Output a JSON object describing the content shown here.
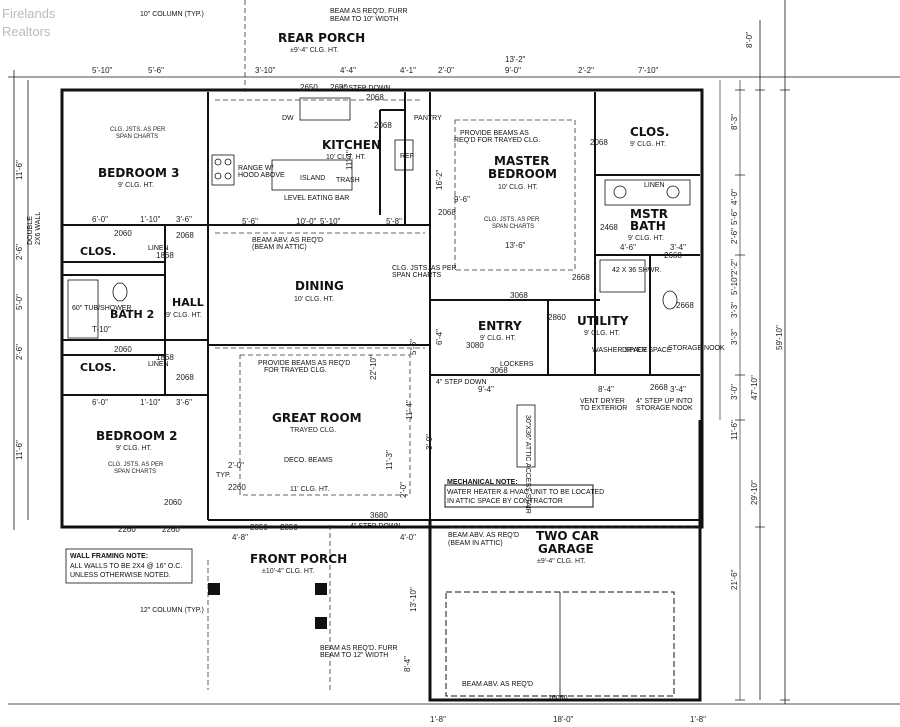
{
  "watermark": {
    "line1": "Firelands",
    "line2": "Realtors"
  },
  "rooms": {
    "rear_porch": {
      "name": "REAR PORCH",
      "clg": "±9'-4\" CLG. HT."
    },
    "kitchen": {
      "name": "KITCHEN",
      "clg": "10' CLG. HT."
    },
    "bedroom3": {
      "name": "BEDROOM 3",
      "clg": "9' CLG. HT.",
      "note1": "CLG. JSTS. AS PER",
      "note2": "SPAN CHARTS"
    },
    "master_bedroom": {
      "name1": "MASTER",
      "name2": "BEDROOM",
      "clg": "10' CLG. HT.",
      "note1": "CLG. JSTS. AS PER",
      "note2": "SPAN CHARTS"
    },
    "clos_master": {
      "name": "CLOS.",
      "clg": "9' CLG. HT."
    },
    "mstr_bath": {
      "name1": "MSTR",
      "name2": "BATH",
      "clg": "9' CLG. HT."
    },
    "clos1": {
      "name": "CLOS."
    },
    "clos2": {
      "name": "CLOS."
    },
    "bath2": {
      "name": "BATH 2"
    },
    "hall": {
      "name": "HALL",
      "clg": "9' CLG. HT."
    },
    "dining": {
      "name": "DINING",
      "clg": "10' CLG. HT."
    },
    "entry": {
      "name": "ENTRY",
      "clg": "9' CLG. HT."
    },
    "utility": {
      "name": "UTILITY",
      "clg": "9' CLG. HT."
    },
    "bedroom2": {
      "name": "BEDROOM 2",
      "clg": "9' CLG. HT.",
      "note1": "CLG. JSTS. AS PER",
      "note2": "SPAN CHARTS"
    },
    "great_room": {
      "name": "GREAT ROOM",
      "clg": "TRAYED CLG.",
      "clg2": "11' CLG. HT."
    },
    "front_porch": {
      "name": "FRONT PORCH",
      "clg": "±10'-4\" CLG. HT."
    },
    "garage": {
      "name1": "TWO CAR",
      "name2": "GARAGE",
      "clg": "±9'-4\" CLG. HT."
    }
  },
  "labels": {
    "column_top": "10\" COLUMN (TYP.)",
    "beam_top1": "BEAM AS REQ'D. FURR",
    "beam_top2": "BEAM TO 10\" WIDTH",
    "step_down_rear": "4\" STEP DOWN",
    "dw": "DW",
    "range1": "RANGE W/",
    "range2": "HOOD ABOVE",
    "island": "ISLAND",
    "trash": "TRASH",
    "eating_bar": "LEVEL EATING BAR",
    "pantry": "PANTRY",
    "ref": "REF",
    "trayed1": "PROVIDE BEAMS AS",
    "trayed2": "REQ'D FOR TRAYED CLG.",
    "beam_dining1": "BEAM ABV. AS REQ'D",
    "beam_dining2": "(BEAM IN ATTIC)",
    "span1": "CLG. JSTS. AS PER",
    "span2": "SPAN CHARTS",
    "linen": "LINEN",
    "shwr": "42 X 36 SHWR.",
    "tub": "60\" TUB/SHOWER",
    "lockers": "LOCKERS",
    "washer": "WASHER SPACE",
    "dryer": "DRYER SPACE",
    "storage": "STORAGE NOOK",
    "step_down_entry": "4\" STEP DOWN",
    "vent_dryer1": "VENT DRYER",
    "vent_dryer2": "TO EXTERIOR",
    "step_up1": "4\" STEP UP INTO",
    "step_up2": "STORAGE NOOK",
    "great_trayed1": "PROVIDE BEAMS AS REQ'D",
    "great_trayed2": "FOR TRAYED CLG.",
    "deco_beam": "DECO. BEAMS",
    "typ": "TYP.",
    "attic": "30\"X36\" ATTIC ACCESS STAIR",
    "mech_title": "MECHANICAL NOTE:",
    "mech1": "WATER HEATER & HVAC UNIT TO BE LOCATED",
    "mech2": "IN ATTIC SPACE BY CONTRACTOR",
    "beam_garage1": "BEAM ABV. AS REQ'D",
    "beam_garage2": "(BEAM IN ATTIC)",
    "step_down_front": "4\" STEP DOWN",
    "wall_title": "WALL FRAMING NOTE:",
    "wall1": "ALL WALLS TO BE 2X4 @ 16\" O.C.",
    "wall2": "UNLESS OTHERWISE NOTED.",
    "column_bottom": "12\" COLUMN (TYP.)",
    "beam_front1": "BEAM AS REQ'D. FURR",
    "beam_front2": "BEAM TO 12\" WIDTH",
    "beam_garage_bottom": "BEAM ABV. AS REQ'D",
    "double_wall1": "DOUBLE",
    "double_wall2": "2X6 WALL",
    "garage_door": "16060"
  },
  "dims_top": [
    "5'-10\"",
    "5'-6\"",
    "3'-10\"",
    "4'-4\"",
    "4'-1\"",
    "2'-0\"",
    "9'-0\"",
    "2'-2\"",
    "7'-10\""
  ],
  "dims_top_extra": [
    "13'-2\"",
    "8'-0\""
  ],
  "dims_right": [
    "8'-3\"",
    "4'-0\"",
    "5'-6\"",
    "2'-6\"",
    "2'-2\"",
    "5'-10\"",
    "3'-3\"",
    "3'-3\"",
    "3'-0\"",
    "11'-6\"",
    "29'-10\"",
    "21'-6\"",
    "47'-10\"",
    "59'-10\""
  ],
  "dims_left": [
    "11'-6\"",
    "2'-6\"",
    "5'-0\"",
    "2'-6\"",
    "11'-6\""
  ],
  "dims_bottom": [
    "1'-8\"",
    "18'-0\"",
    "1'-8\""
  ],
  "dims_misc": [
    "6'-0\"",
    "1'-10\"",
    "3'-6\"",
    "T-10\"",
    "6'-0\"",
    "1'-10\"",
    "3'-6\"",
    "5'-6\"",
    "5'-10\"",
    "5'-8\"",
    "13'-6\"",
    "4'-6\"",
    "3'-4\"",
    "8'-4\"",
    "3'-4\"",
    "9'-4\"",
    "4'-8\"",
    "4'-0\"",
    "13'-10\"",
    "8'-4\"",
    "22'-10\"",
    "11'-4\"",
    "2'-0\"",
    "10'-0\"",
    "9'-6\"",
    "6'-4\"",
    "5'-6\"",
    "16'-2\"",
    "2'-0\"",
    "3'-0\"",
    "11'-3\"",
    "11'-4\""
  ],
  "door_tags": [
    "2650",
    "2650",
    "2068",
    "2068",
    "2068",
    "2068",
    "2668",
    "2668",
    "3068",
    "3068",
    "2060",
    "2060",
    "2068",
    "2068",
    "2060",
    "2260",
    "2260",
    "2850",
    "2850",
    "3680",
    "2260",
    "1868",
    "1868",
    "2468",
    "2668",
    "2668",
    "2860",
    "3080"
  ],
  "colors": {
    "line": "#111111",
    "wall_fill": "#eeeeee"
  }
}
